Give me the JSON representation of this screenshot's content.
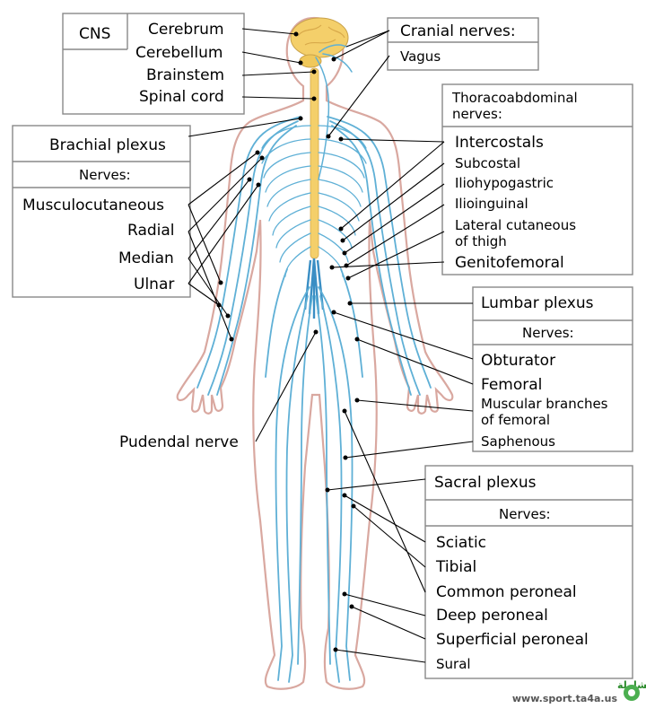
{
  "cns": {
    "title": "CNS",
    "items": [
      "Cerebrum",
      "Cerebellum",
      "Brainstem",
      "Spinal cord"
    ]
  },
  "cranial": {
    "title": "Cranial nerves:",
    "items": [
      "Vagus"
    ]
  },
  "thoracoabdominal": {
    "title_line1": "Thoracoabdominal",
    "title_line2": "nerves:",
    "items": [
      "Intercostals",
      "Subcostal",
      "Iliohypogastric",
      "Ilioinguinal",
      "Lateral cutaneous",
      "of thigh",
      "Genitofemoral"
    ]
  },
  "brachial": {
    "title": "Brachial plexus",
    "subtitle": "Nerves:",
    "items": [
      "Musculocutaneous",
      "Radial",
      "Median",
      "Ulnar"
    ]
  },
  "lumbar": {
    "title": "Lumbar plexus",
    "subtitle": "Nerves:",
    "items": [
      "Obturator",
      "Femoral",
      "Muscular branches",
      "of femoral",
      "Saphenous"
    ]
  },
  "pudendal": {
    "label": "Pudendal nerve"
  },
  "sacral": {
    "title": "Sacral plexus",
    "subtitle": "Nerves:",
    "items": [
      "Sciatic",
      "Tibial",
      "Common peroneal",
      "Deep peroneal",
      "Superficial peroneal",
      "Sural"
    ]
  },
  "watermark": {
    "arabic": "المكتبة الرياضية الشاملة",
    "url": "www.sport.ta4a.us"
  },
  "colors": {
    "nerve": "#5fb0d6",
    "spinal_cord": "#f4cf6a",
    "brain": "#f4cf6a",
    "skin_outline": "#d9a8a0",
    "box_border": "#888888"
  }
}
